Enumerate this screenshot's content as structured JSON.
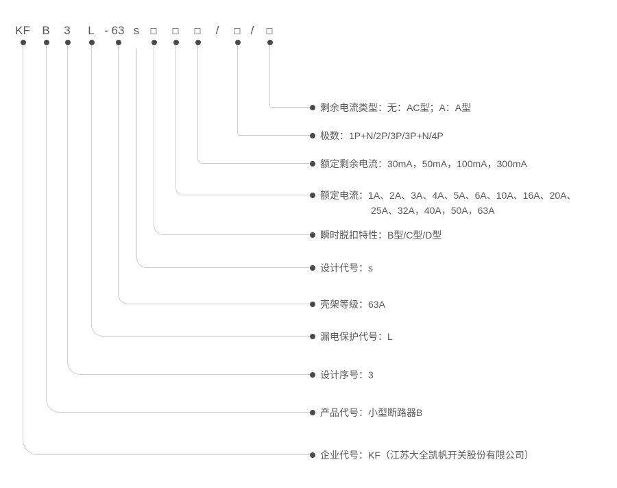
{
  "colors": {
    "background": "#ffffff",
    "line": "#cccccc",
    "dot": "#4a4a4a",
    "text": "#595959",
    "placeholder_box_border": "#8a8a8a"
  },
  "model_code": {
    "segments": [
      {
        "text": "KF",
        "kind": "code"
      },
      {
        "text": "B",
        "kind": "code"
      },
      {
        "text": "3",
        "kind": "code"
      },
      {
        "text": "L",
        "kind": "code"
      },
      {
        "text": "-",
        "kind": "separator"
      },
      {
        "text": "63",
        "kind": "code"
      },
      {
        "text": "s",
        "kind": "code"
      },
      {
        "text": "□",
        "kind": "placeholder-box"
      },
      {
        "text": "□",
        "kind": "placeholder-box"
      },
      {
        "text": "□",
        "kind": "placeholder-box"
      },
      {
        "text": "/",
        "kind": "separator"
      },
      {
        "text": "□",
        "kind": "placeholder-box"
      },
      {
        "text": "/",
        "kind": "separator"
      },
      {
        "text": "□",
        "kind": "placeholder-box"
      }
    ]
  },
  "legend": [
    {
      "text": "剩余电流类型：无：AC型；A：A型"
    },
    {
      "text": "极数：1P+N/2P/3P/3P+N/4P"
    },
    {
      "text": "额定剩余电流：30mA，50mA，100mA，300mA"
    },
    {
      "text": "额定电流：1A、2A、3A、4A、5A、6A、10A、16A、20A、",
      "text_line2": "25A、32A，40A，50A，63A"
    },
    {
      "text": "瞬时脱扣特性：B型/C型/D型"
    },
    {
      "text": "设计代号：s"
    },
    {
      "text": "壳架等级：63A"
    },
    {
      "text": "漏电保护代号：L"
    },
    {
      "text": "设计序号：3"
    },
    {
      "text": "产品代号：小型断路器B"
    },
    {
      "text": "企业代号：KF（江苏大全凯帆开关股份有限公司）"
    }
  ]
}
